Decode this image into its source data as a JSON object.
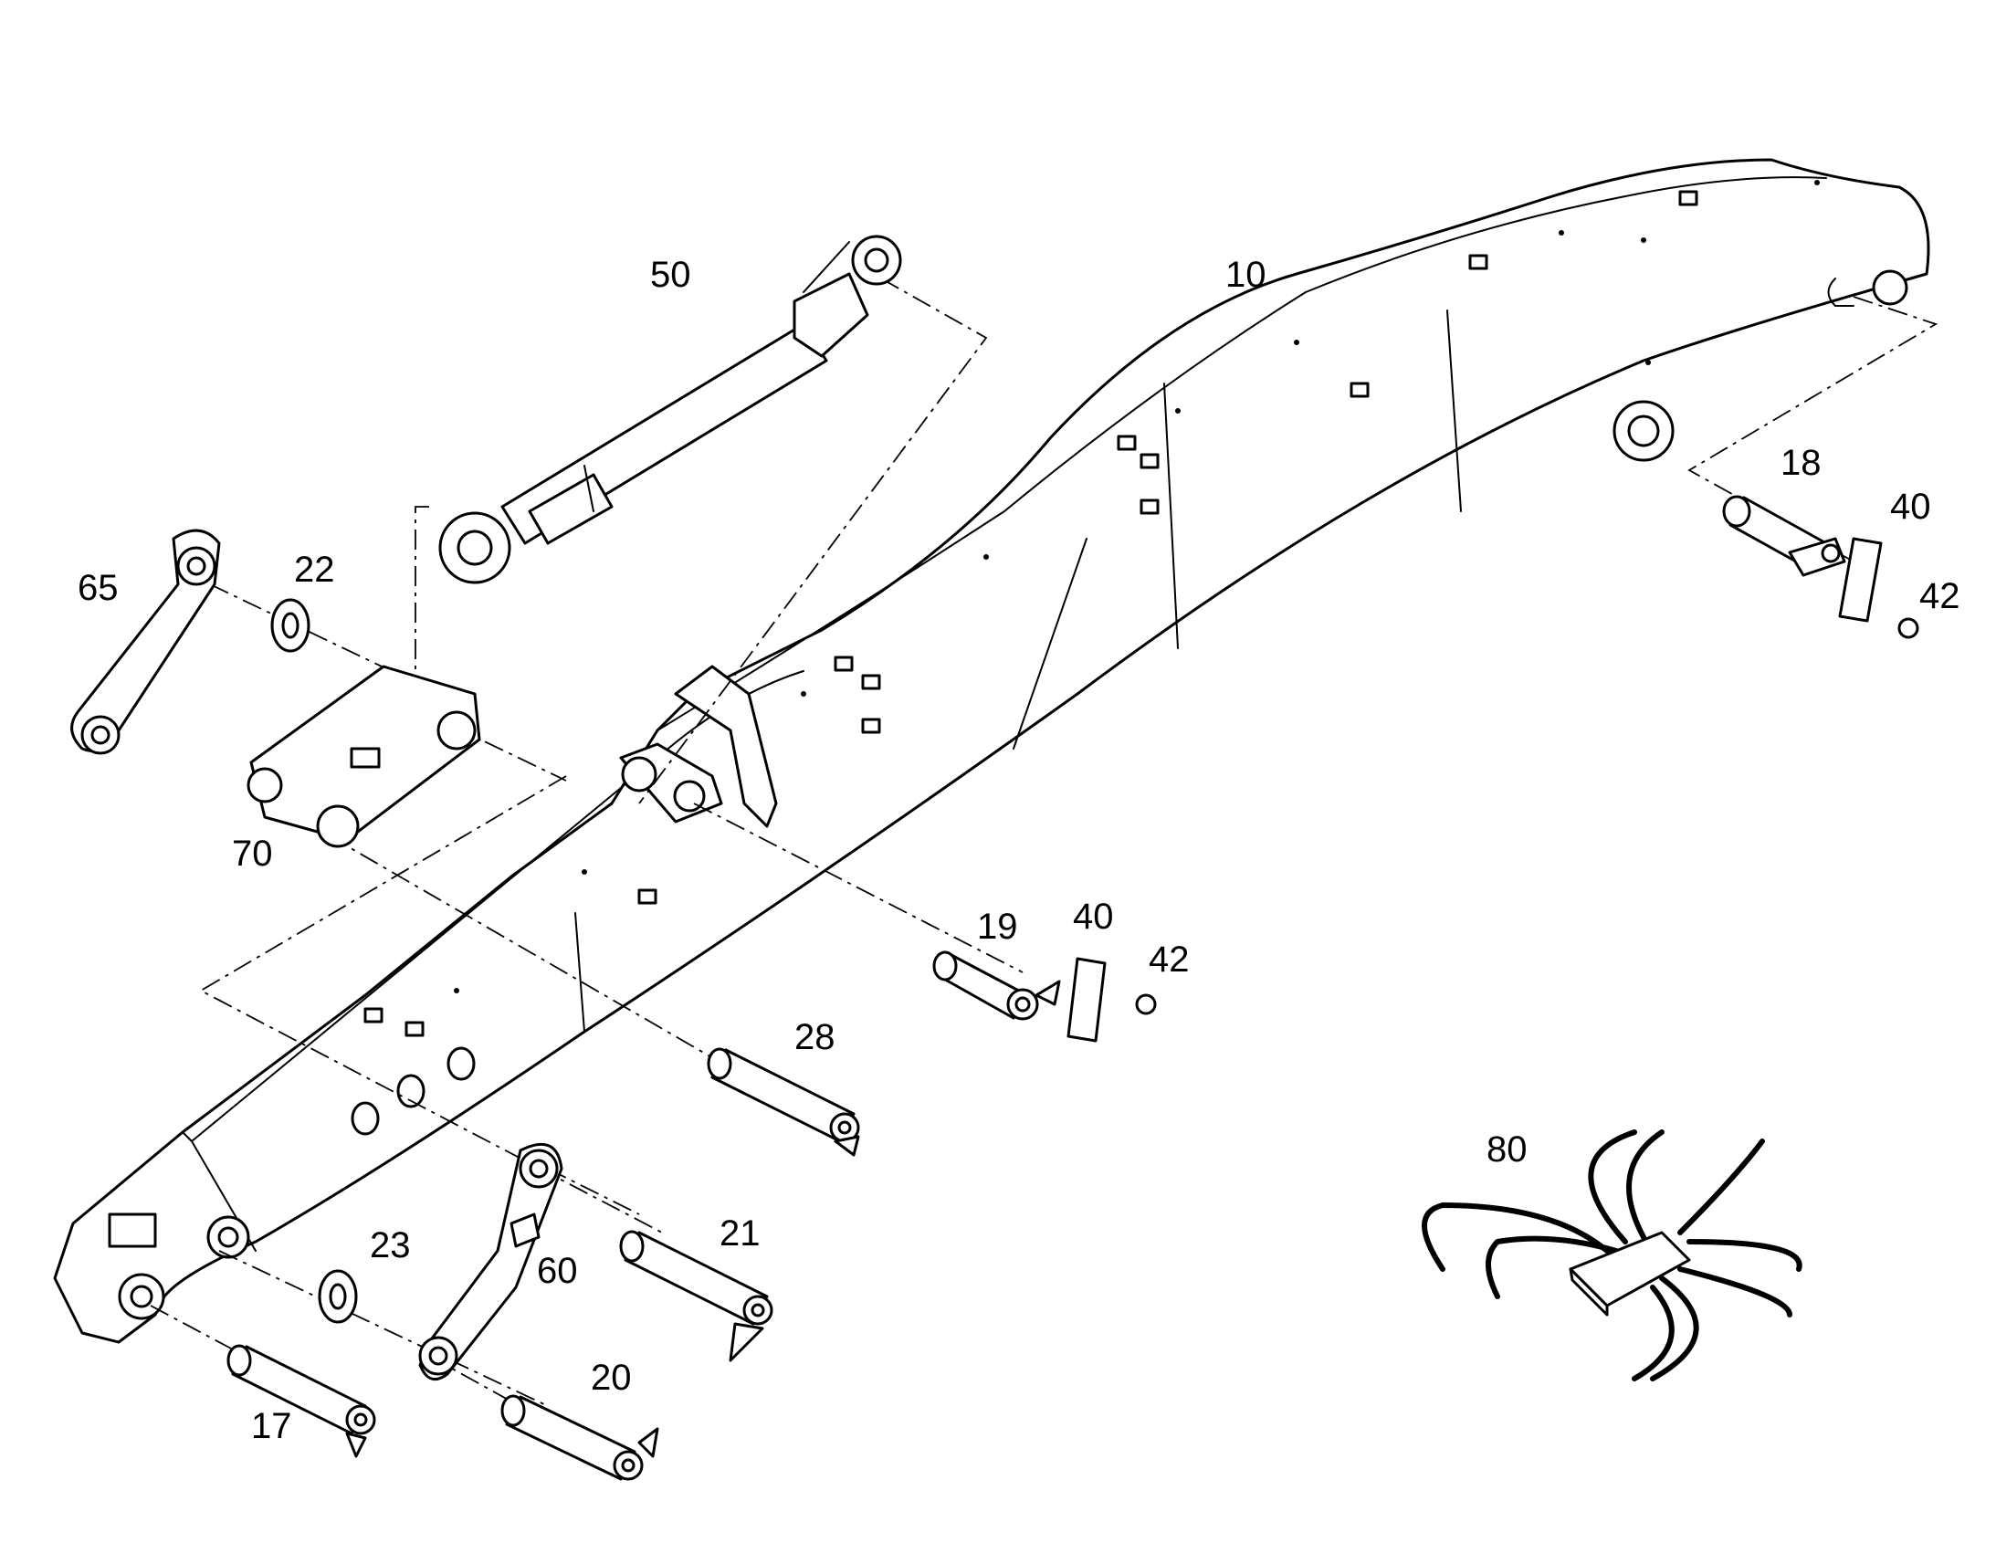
{
  "figure": {
    "callouts": [
      {
        "id": "label-50",
        "text": "50"
      },
      {
        "id": "label-10",
        "text": "10"
      },
      {
        "id": "label-65",
        "text": "65"
      },
      {
        "id": "label-22",
        "text": "22"
      },
      {
        "id": "label-18",
        "text": "18"
      },
      {
        "id": "label-40a",
        "text": "40"
      },
      {
        "id": "label-42a",
        "text": "42"
      },
      {
        "id": "label-70",
        "text": "70"
      },
      {
        "id": "label-19",
        "text": "19"
      },
      {
        "id": "label-40b",
        "text": "40"
      },
      {
        "id": "label-42b",
        "text": "42"
      },
      {
        "id": "label-28",
        "text": "28"
      },
      {
        "id": "label-80",
        "text": "80"
      },
      {
        "id": "label-23",
        "text": "23"
      },
      {
        "id": "label-21",
        "text": "21"
      },
      {
        "id": "label-60",
        "text": "60"
      },
      {
        "id": "label-20",
        "text": "20"
      },
      {
        "id": "label-17",
        "text": "17"
      }
    ]
  }
}
